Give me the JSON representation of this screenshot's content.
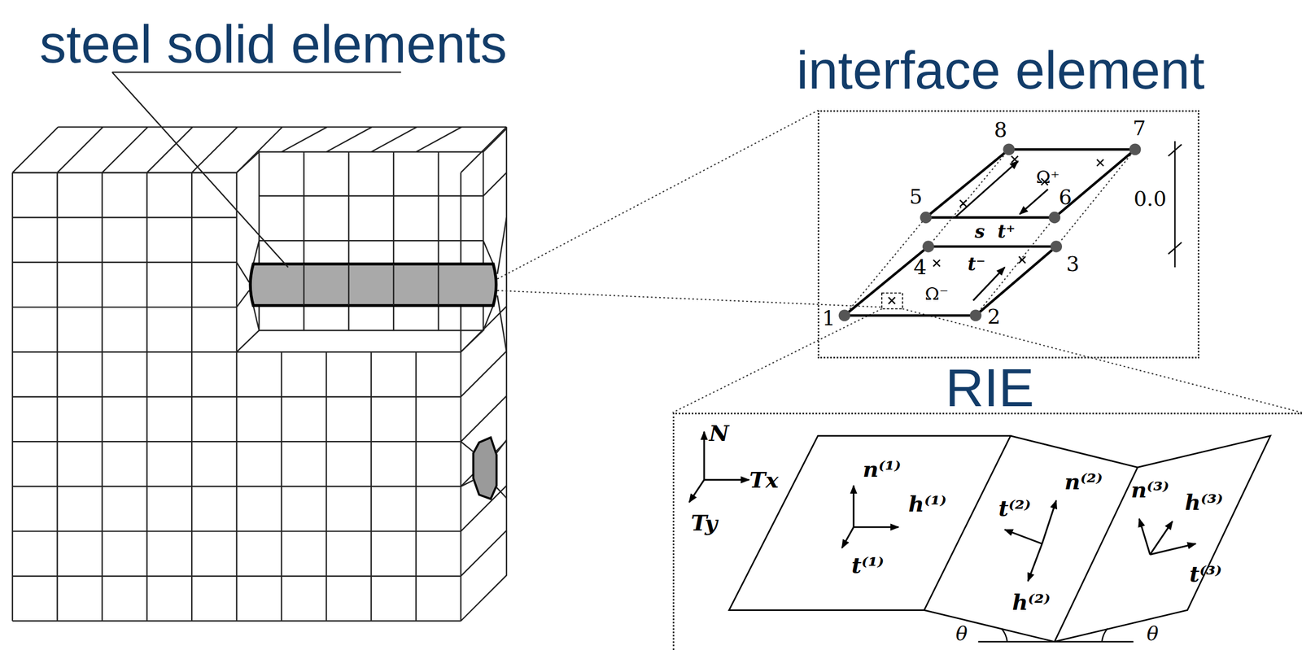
{
  "diagram": {
    "nodes": [
      {
        "text": [
          "interface element"
        ]
      },
      {
        "text": [
          "RIE"
        ]
      }
    ],
    "labels": [
      "steel solid elements",
      "8",
      "7",
      "5",
      "Ω⁺",
      "6",
      "0.0",
      "s",
      "t⁺",
      "4",
      "t⁻",
      "3",
      "Ω⁻",
      "1",
      "2",
      "N",
      "Tx",
      "Ty",
      "n⁽¹⁾",
      "h⁽¹⁾",
      "t⁽¹⁾",
      "t⁽²⁾",
      "n⁽²⁾",
      "h⁽²⁾",
      "n⁽³⁾",
      "h⁽³⁾",
      "t⁽³⁾",
      "θ",
      "θ"
    ]
  }
}
